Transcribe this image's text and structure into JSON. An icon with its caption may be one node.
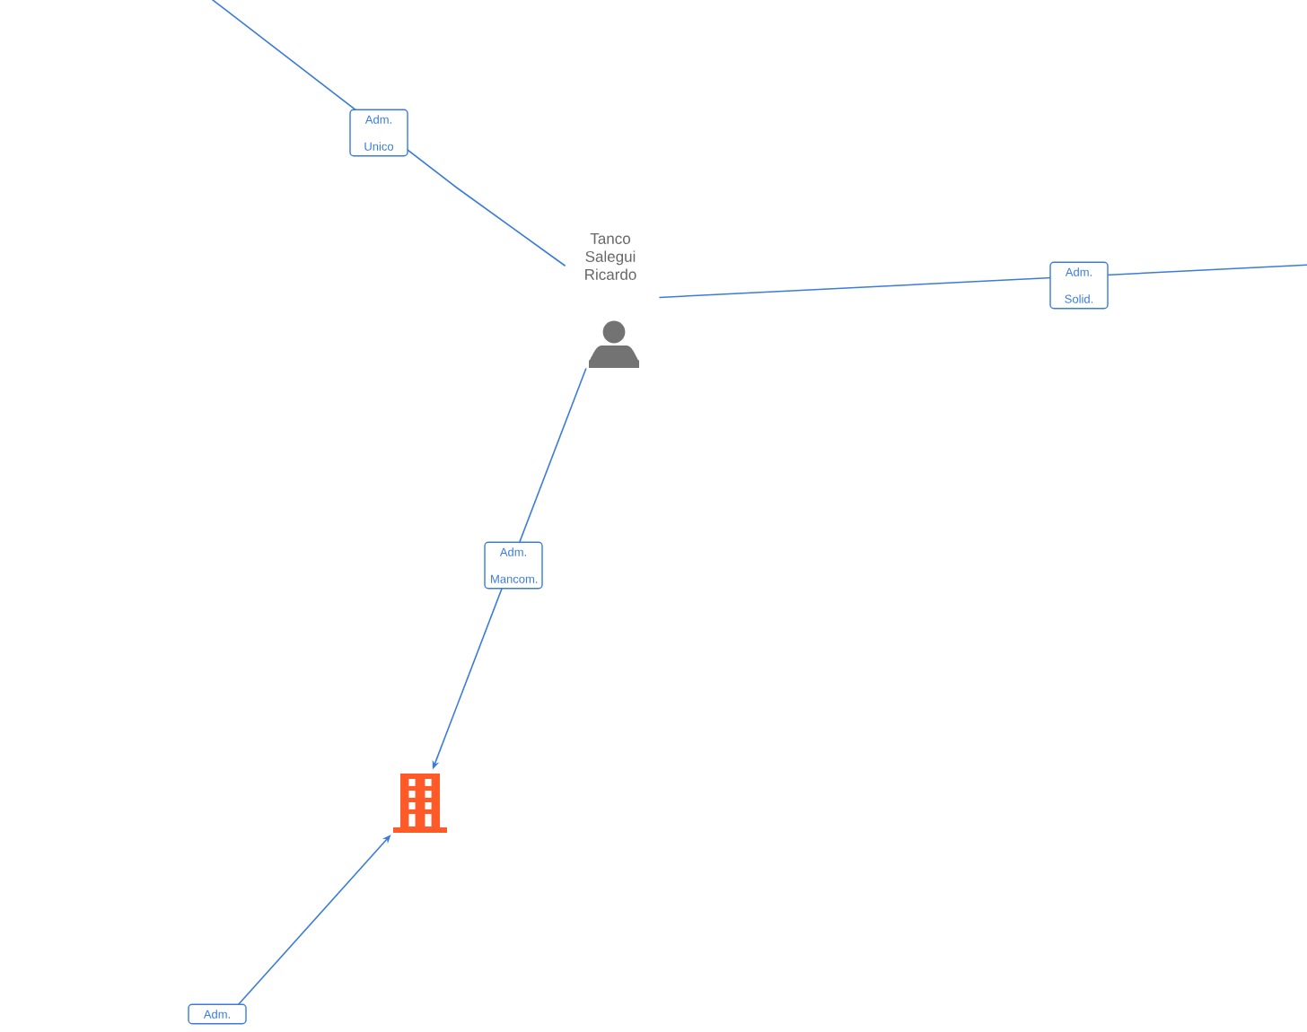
{
  "diagram": {
    "nodes": [
      {
        "text": [
          "Tanco Salegui Ricardo"
        ]
      },
      {
        "text": [],
        "shape": "building"
      }
    ],
    "edges": [
      {
        "from": null,
        "to": 0,
        "arrow": "none",
        "label": "Adm. Unico"
      },
      {
        "from": 0,
        "to": null,
        "arrow": "none",
        "label": "Adm. Solid."
      },
      {
        "from": 0,
        "to": 1,
        "arrow": "to",
        "label": "Adm. Mancom."
      },
      {
        "from": null,
        "to": 1,
        "arrow": "to",
        "label": "Adm."
      }
    ]
  }
}
